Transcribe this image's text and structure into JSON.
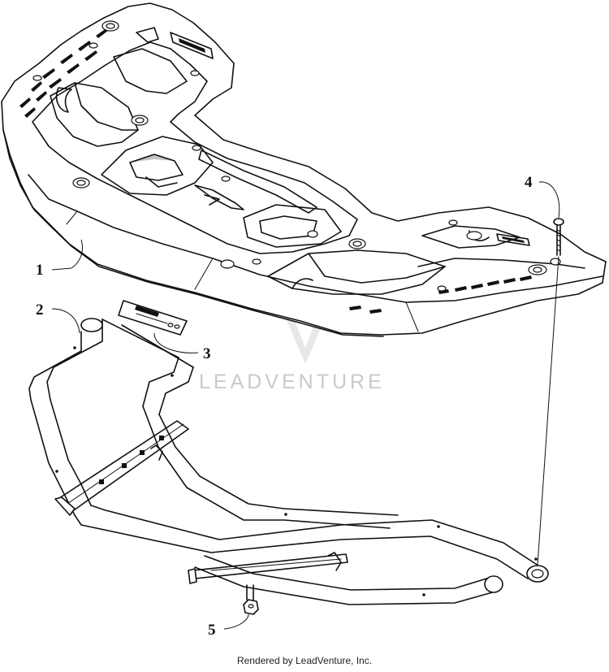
{
  "callouts": [
    {
      "id": "1",
      "label": "1"
    },
    {
      "id": "2",
      "label": "2"
    },
    {
      "id": "3",
      "label": "3"
    },
    {
      "id": "4",
      "label": "4"
    },
    {
      "id": "5",
      "label": "5"
    }
  ],
  "watermark": {
    "text": "LEADVENTURE",
    "icon": "leadventure-logo-icon"
  },
  "footer": {
    "text": "Rendered by LeadVenture, Inc."
  }
}
